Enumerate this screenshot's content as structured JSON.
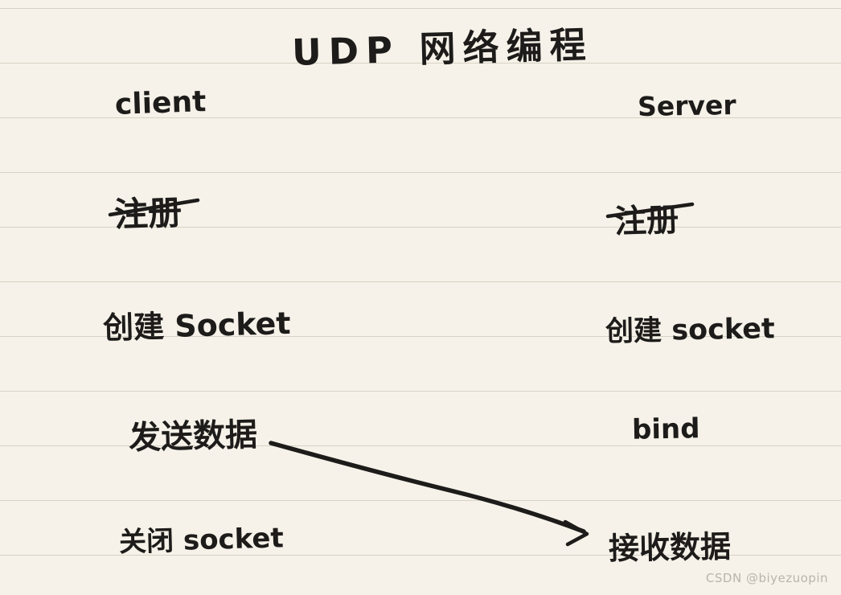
{
  "page": {
    "title": "UDP 网络编程",
    "watermark": "CSDN @biyezuopin"
  },
  "client_column": {
    "header": "client",
    "steps": [
      {
        "label": "注册",
        "crossed_out": true
      },
      {
        "label": "创建 Socket",
        "crossed_out": false
      },
      {
        "label": "发送数据",
        "crossed_out": false
      },
      {
        "label": "关闭 socket",
        "crossed_out": false
      }
    ]
  },
  "server_column": {
    "header": "Server",
    "steps": [
      {
        "label": "注册",
        "crossed_out": true
      },
      {
        "label": "创建 socket",
        "crossed_out": false
      },
      {
        "label": "bind",
        "crossed_out": false
      },
      {
        "label": "接收数据",
        "crossed_out": false
      }
    ]
  },
  "arrow": {
    "from": "发送数据",
    "to": "接收数据"
  },
  "colors": {
    "paper": "#f6f2e9",
    "rule_line": "#d6d2c5",
    "ink": "#1d1c1a",
    "watermark": "#b9b5ab"
  }
}
